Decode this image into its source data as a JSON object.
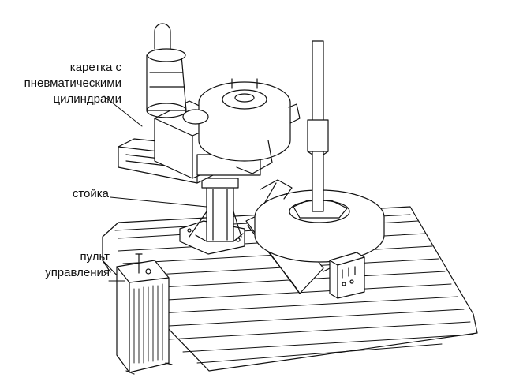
{
  "labels": {
    "carriage": [
      "каретка с",
      "пневматическими",
      "цилиндрами"
    ],
    "stand": "стойка",
    "console": [
      "пульт",
      "управления"
    ]
  },
  "colors": {
    "ink": "#111111",
    "paper": "#ffffff"
  }
}
